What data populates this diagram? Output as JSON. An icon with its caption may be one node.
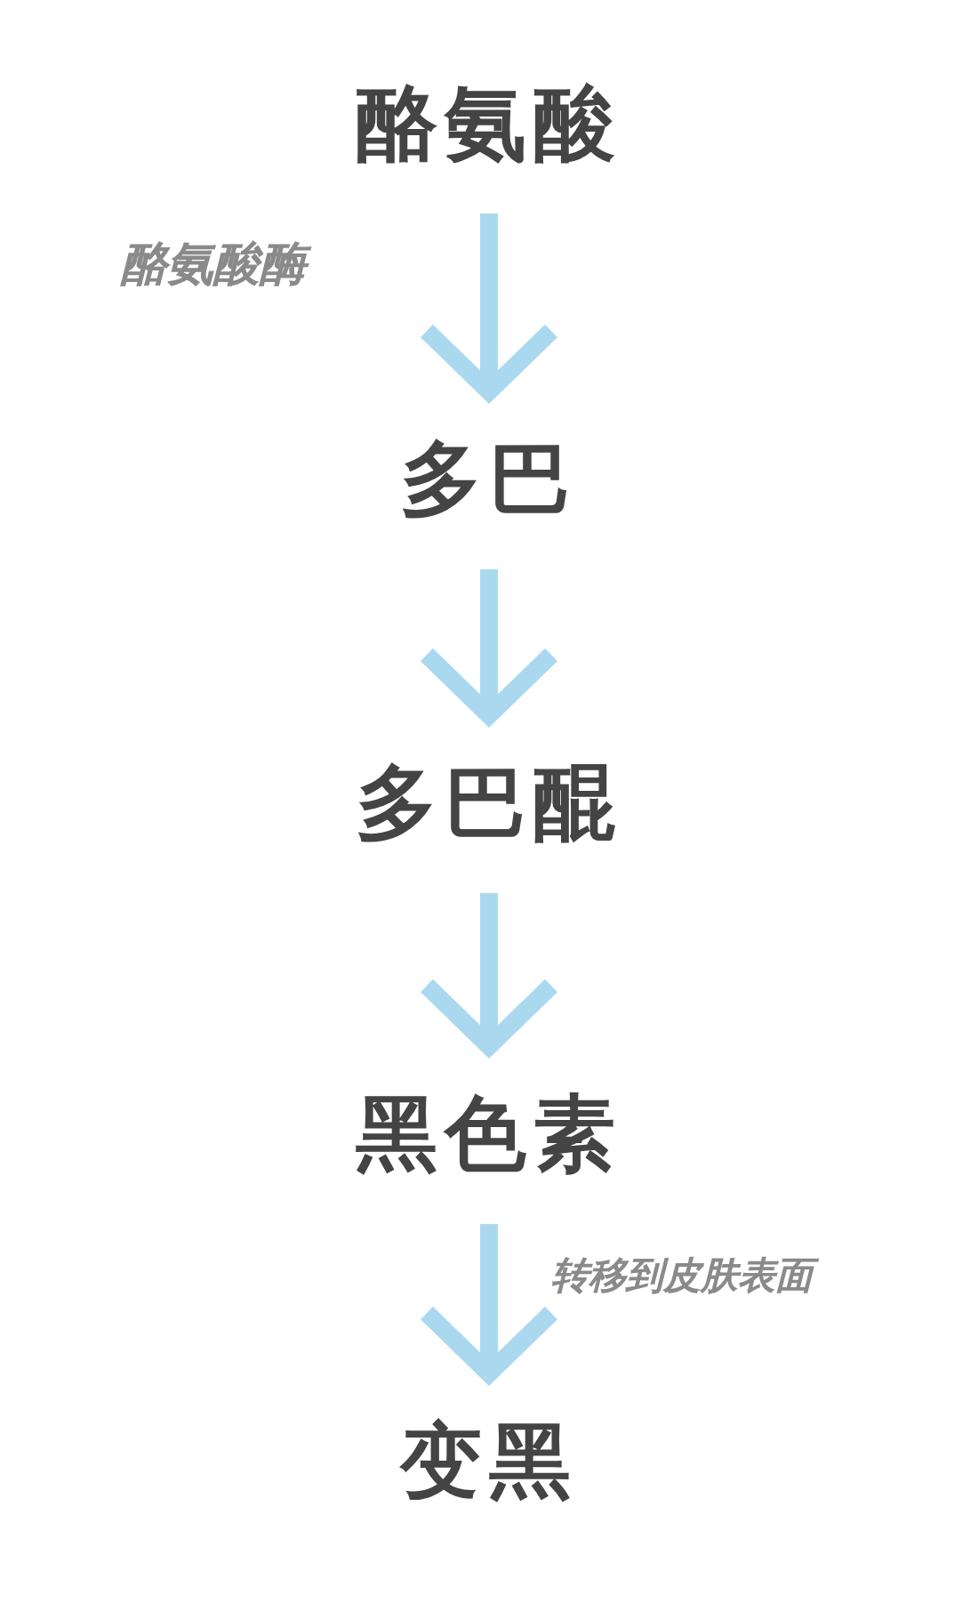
{
  "diagram": {
    "nodes": [
      {
        "text": [
          "酪氨酸"
        ]
      },
      {
        "text": [
          "多巴"
        ]
      },
      {
        "text": [
          "多巴醌"
        ]
      },
      {
        "text": [
          "黑色素"
        ]
      },
      {
        "text": [
          "变黑"
        ]
      }
    ],
    "edges": [
      {
        "from": 0,
        "to": 1,
        "arrow": "to",
        "label": "酪氨酸酶"
      },
      {
        "from": 1,
        "to": 2,
        "arrow": "to"
      },
      {
        "from": 2,
        "to": 3,
        "arrow": "to"
      },
      {
        "from": 3,
        "to": 4,
        "arrow": "to",
        "label": "转移到皮肤表面"
      }
    ]
  }
}
